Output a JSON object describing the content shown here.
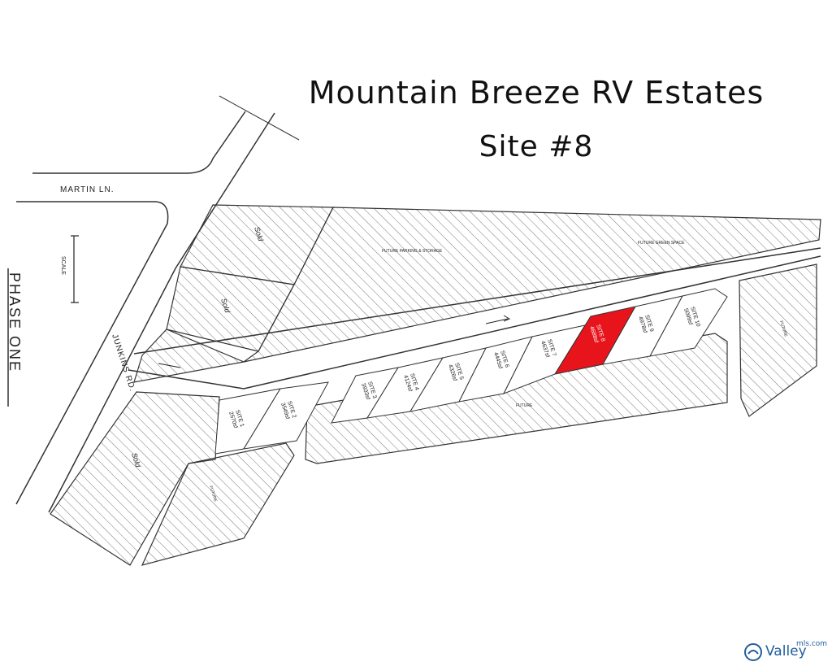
{
  "title": "Mountain Breeze RV Estates",
  "subtitle": "Site #8",
  "roads": {
    "martin": "MARTIN LN.",
    "junkins": "JUNKINS RD."
  },
  "scale_label": "SCALE",
  "phase_label": "PHASE ONE",
  "areas": {
    "sold": "Sold",
    "parking": "FUTURE PARKING & STORAGE",
    "green": "FUTURE GREEN SPACE",
    "future": "FUTURE"
  },
  "sites": [
    {
      "name": "SITE 1",
      "area": "2570sf"
    },
    {
      "name": "SITE 2",
      "area": "3549sf"
    },
    {
      "name": "SITE 3",
      "area": "3933sf"
    },
    {
      "name": "SITE 4",
      "area": "4124sf"
    },
    {
      "name": "SITE 5",
      "area": "4326sf"
    },
    {
      "name": "SITE 6",
      "area": "4445sf"
    },
    {
      "name": "SITE 7",
      "area": "4637sf"
    },
    {
      "name": "SITE 8",
      "area": "4688sf"
    },
    {
      "name": "SITE 9",
      "area": "4978sf"
    },
    {
      "name": "SITE 10",
      "area": "5099sf"
    }
  ],
  "highlight_color": "#e8141c",
  "watermark": {
    "text": "Valley",
    "small": "mls.com"
  }
}
